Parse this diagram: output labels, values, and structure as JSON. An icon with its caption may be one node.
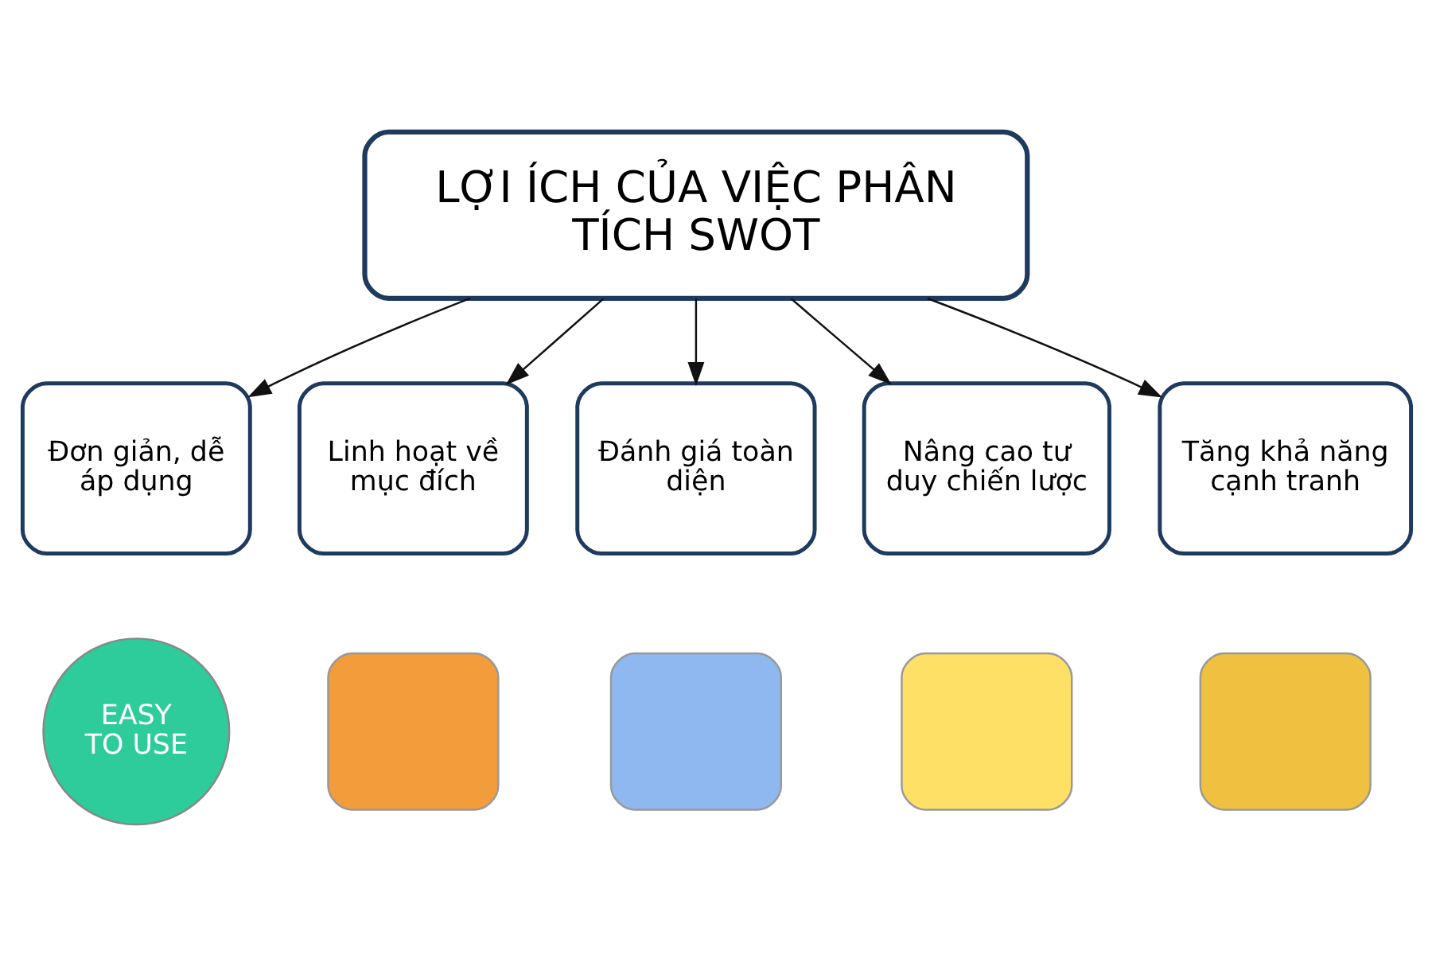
{
  "diagram": {
    "nodes": [
      {
        "text": [
          "LỢI ÍCH CỦA VIỆC PHÂN TÍCH SWOT"
        ]
      },
      {
        "text": [
          "Đơn giản, dễ áp dụng"
        ]
      },
      {
        "text": [
          "Linh hoạt về mục đích"
        ]
      },
      {
        "text": [
          "Đánh giá toàn diện"
        ]
      },
      {
        "text": [
          "Nâng cao tư duy chiến lược"
        ]
      },
      {
        "text": [
          "Tăng khả năng cạnh tranh"
        ]
      },
      {
        "text": [
          "EASY",
          "TO USE"
        ]
      },
      {
        "text": [],
        "shape": "box"
      },
      {
        "text": [],
        "shape": "box"
      },
      {
        "text": [],
        "shape": "box"
      },
      {
        "text": [],
        "shape": "box"
      }
    ],
    "edges": [
      {
        "from": 0,
        "to": 1,
        "arrow": "to"
      },
      {
        "from": 0,
        "to": 2,
        "arrow": "to"
      },
      {
        "from": 0,
        "to": 3,
        "arrow": "to"
      },
      {
        "from": 0,
        "to": 4,
        "arrow": "to"
      },
      {
        "from": 0,
        "to": 5,
        "arrow": "to"
      }
    ]
  }
}
